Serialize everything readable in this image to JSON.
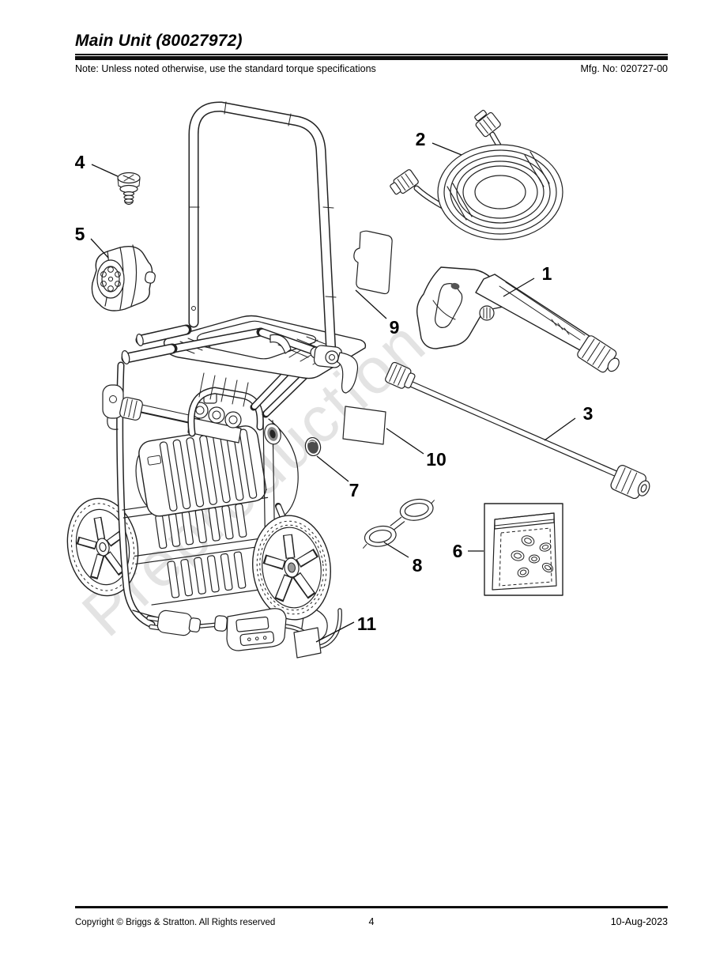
{
  "header": {
    "title": "Main Unit (80027972)",
    "note": "Note: Unless noted otherwise, use the standard torque specifications",
    "mfg_no": "Mfg. No: 020727-00"
  },
  "watermark": "Preproduction",
  "diagram": {
    "callouts": [
      {
        "number": "1"
      },
      {
        "number": "2"
      },
      {
        "number": "3"
      },
      {
        "number": "4"
      },
      {
        "number": "5"
      },
      {
        "number": "6"
      },
      {
        "number": "7"
      },
      {
        "number": "8"
      },
      {
        "number": "9"
      },
      {
        "number": "10"
      },
      {
        "number": "11"
      }
    ]
  },
  "footer": {
    "copyright": "Copyright © Briggs & Stratton. All Rights reserved",
    "page": "4",
    "date": "10-Aug-2023"
  }
}
